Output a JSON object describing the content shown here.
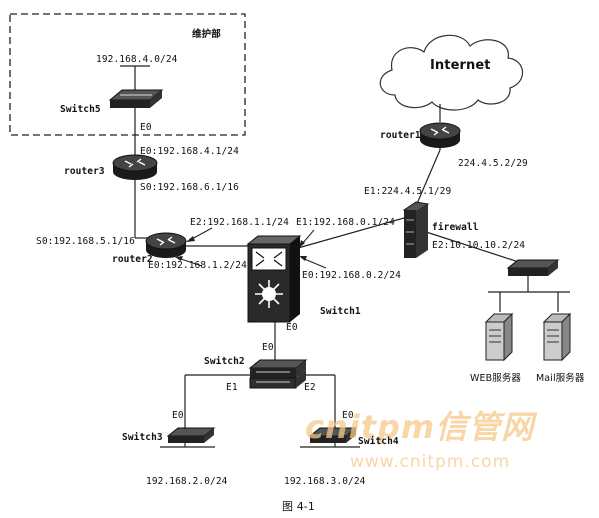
{
  "departments": {
    "maintenance": "维护部"
  },
  "cloud": {
    "label": "Internet"
  },
  "networks": {
    "net4": "192.168.4.0/24",
    "net2": "192.168.2.0/24",
    "net3": "192.168.3.0/24"
  },
  "devices": {
    "switch5": "Switch5",
    "router3": "router3",
    "router2": "router2",
    "router1": "router1",
    "firewall": "firewall",
    "switch1": "Switch1",
    "switch2": "Switch2",
    "switch3": "Switch3",
    "switch4": "Switch4"
  },
  "interfaces": {
    "sw5_e0": "E0",
    "r3_e0": "E0:192.168.4.1/24",
    "r3_s0": "S0:192.168.6.1/16",
    "r2_s0": "S0:192.168.5.1/16",
    "r2_e2": "E2:192.168.1.1/24",
    "r2_e0": "E0:192.168.1.2/24",
    "sw1_e1": "E1:192.168.0.1/24",
    "sw1_e0": "E0",
    "fw_e0": "E0:192.168.0.2/24",
    "fw_e1": "E1:224.4.5.1/29",
    "fw_e2": "E2:10.10.10.2/24",
    "r1_addr": "224.4.5.2/29",
    "sw2_e0": "E0",
    "sw2_e1": "E1",
    "sw2_e2": "E2",
    "sw3_e0": "E0",
    "sw4_e0": "E0"
  },
  "servers": {
    "web": "WEB服务器",
    "mail": "Mail服务器"
  },
  "caption": "图 4-1",
  "watermark": {
    "brand": "cnitpm信管网",
    "url": "www.cnitpm.com"
  }
}
